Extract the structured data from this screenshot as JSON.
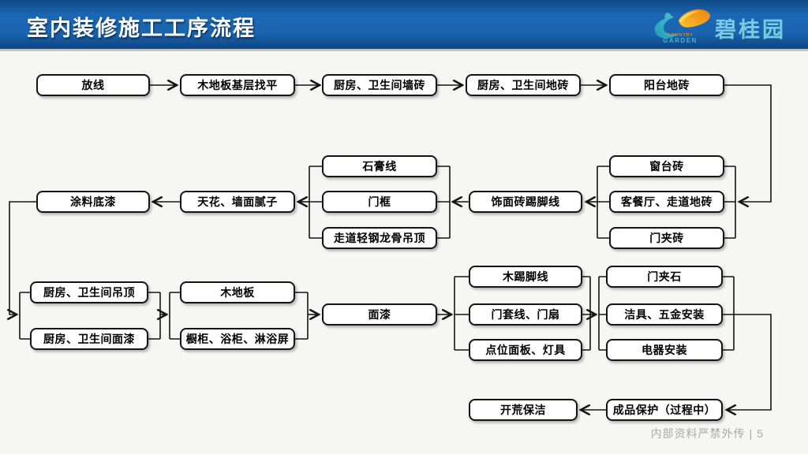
{
  "slide": {
    "title": "室内装修施工工序流程"
  },
  "logo": {
    "brand_name": "碧桂园",
    "sub_top": "COUNTRY",
    "sub_bottom": "GARDEN"
  },
  "footer": {
    "note": "内部资料严禁外传",
    "divider": "|",
    "page_number": "5"
  },
  "colors": {
    "header_blue": "#1b67b4",
    "header_blue_dark": "#0d4584",
    "separator_gray": "#c3c3c1",
    "brand_teal": "#79cbe0",
    "logo_teal": "#35aec5",
    "logo_orange": "#f29111",
    "box_border": "#141414",
    "footer_gray": "#a9a9a9"
  },
  "flow": {
    "nodes": [
      {
        "id": "survey-layout",
        "label": "放线"
      },
      {
        "id": "wood-floor-base-leveling",
        "label": "木地板基层找平"
      },
      {
        "id": "kitchen-bath-wall-tile",
        "label": "厨房、卫生间墙砖"
      },
      {
        "id": "kitchen-bath-floor-tile",
        "label": "厨房、卫生间地砖"
      },
      {
        "id": "balcony-floor-tile",
        "label": "阳台地砖"
      },
      {
        "id": "gypsum-line",
        "label": "石膏线"
      },
      {
        "id": "door-frame",
        "label": "门框"
      },
      {
        "id": "corridor-steel-ceiling",
        "label": "走道轻钢龙骨吊顶"
      },
      {
        "id": "window-sill-tile",
        "label": "窗台砖"
      },
      {
        "id": "living-dining-floor-tile",
        "label": "客餐厅、走道地砖"
      },
      {
        "id": "door-clip-tile",
        "label": "门夹砖"
      },
      {
        "id": "tile-skirting",
        "label": "饰面砖踢脚线"
      },
      {
        "id": "ceiling-wall-putty",
        "label": "天花、墙面腻子"
      },
      {
        "id": "primer-paint",
        "label": "涂料底漆"
      },
      {
        "id": "kitchen-bath-ceiling",
        "label": "厨房、卫生间吊顶"
      },
      {
        "id": "kitchen-bath-topcoat",
        "label": "厨房、卫生间面漆"
      },
      {
        "id": "wood-floor",
        "label": "木地板"
      },
      {
        "id": "cabinet-bath-shower",
        "label": "橱柜、浴柜、淋浴屏"
      },
      {
        "id": "topcoat",
        "label": "面漆"
      },
      {
        "id": "wood-skirting",
        "label": "木踢脚线"
      },
      {
        "id": "door-trim-leaf",
        "label": "门套线、门扇"
      },
      {
        "id": "panel-lights",
        "label": "点位面板、灯具"
      },
      {
        "id": "door-clip-stone",
        "label": "门夹石"
      },
      {
        "id": "sanitary-hardware-install",
        "label": "洁具、五金安装"
      },
      {
        "id": "appliance-install",
        "label": "电器安装"
      },
      {
        "id": "rough-cleaning",
        "label": "开荒保洁"
      },
      {
        "id": "product-protection",
        "label": "成品保护（过程中）"
      }
    ]
  }
}
